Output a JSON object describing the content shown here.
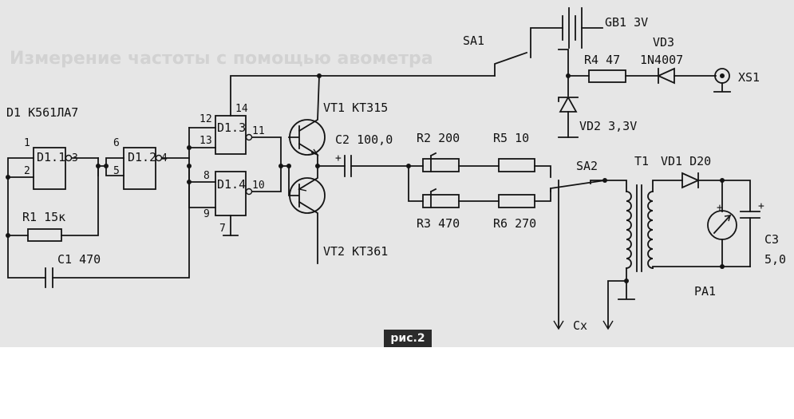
{
  "figure": {
    "tag": "рис.2",
    "background_heading": "Измерение частоты с помощью авометра"
  },
  "components": {
    "D1": "D1  К561ЛА7",
    "D1_1": "D1.1",
    "D1_2": "D1.2",
    "D1_3": "D1.3",
    "D1_4": "D1.4",
    "R1": "R1  15к",
    "C1": "C1  470",
    "VT1": "VT1  КТ315",
    "VT2": "VT2  КТ361",
    "C2": "C2  100,0",
    "R2": "R2  200",
    "R3": "R3  470",
    "R5": "R5  10",
    "R6": "R6  270",
    "SA1": "SA1",
    "SA2": "SA2",
    "GB1": "GB1  3V",
    "R4": "R4  47",
    "VD3": "VD3",
    "VD3_type": "1N4007",
    "XS1": "XS1",
    "VD2": "VD2  3,3V",
    "T1": "T1",
    "VD1": "VD1  D20",
    "C3": "C3",
    "C3_value": "5,0",
    "PA1": "PA1",
    "Cx": "Cx"
  },
  "pins": {
    "p1": "1",
    "p2": "2",
    "p3": "3",
    "p4": "4",
    "p5": "5",
    "p6": "6",
    "p7": "7",
    "p8": "8",
    "p9": "9",
    "p10": "10",
    "p11": "11",
    "p12": "12",
    "p13": "13",
    "p14": "14"
  },
  "polarity": {
    "plus": "+",
    "minus": "-"
  }
}
